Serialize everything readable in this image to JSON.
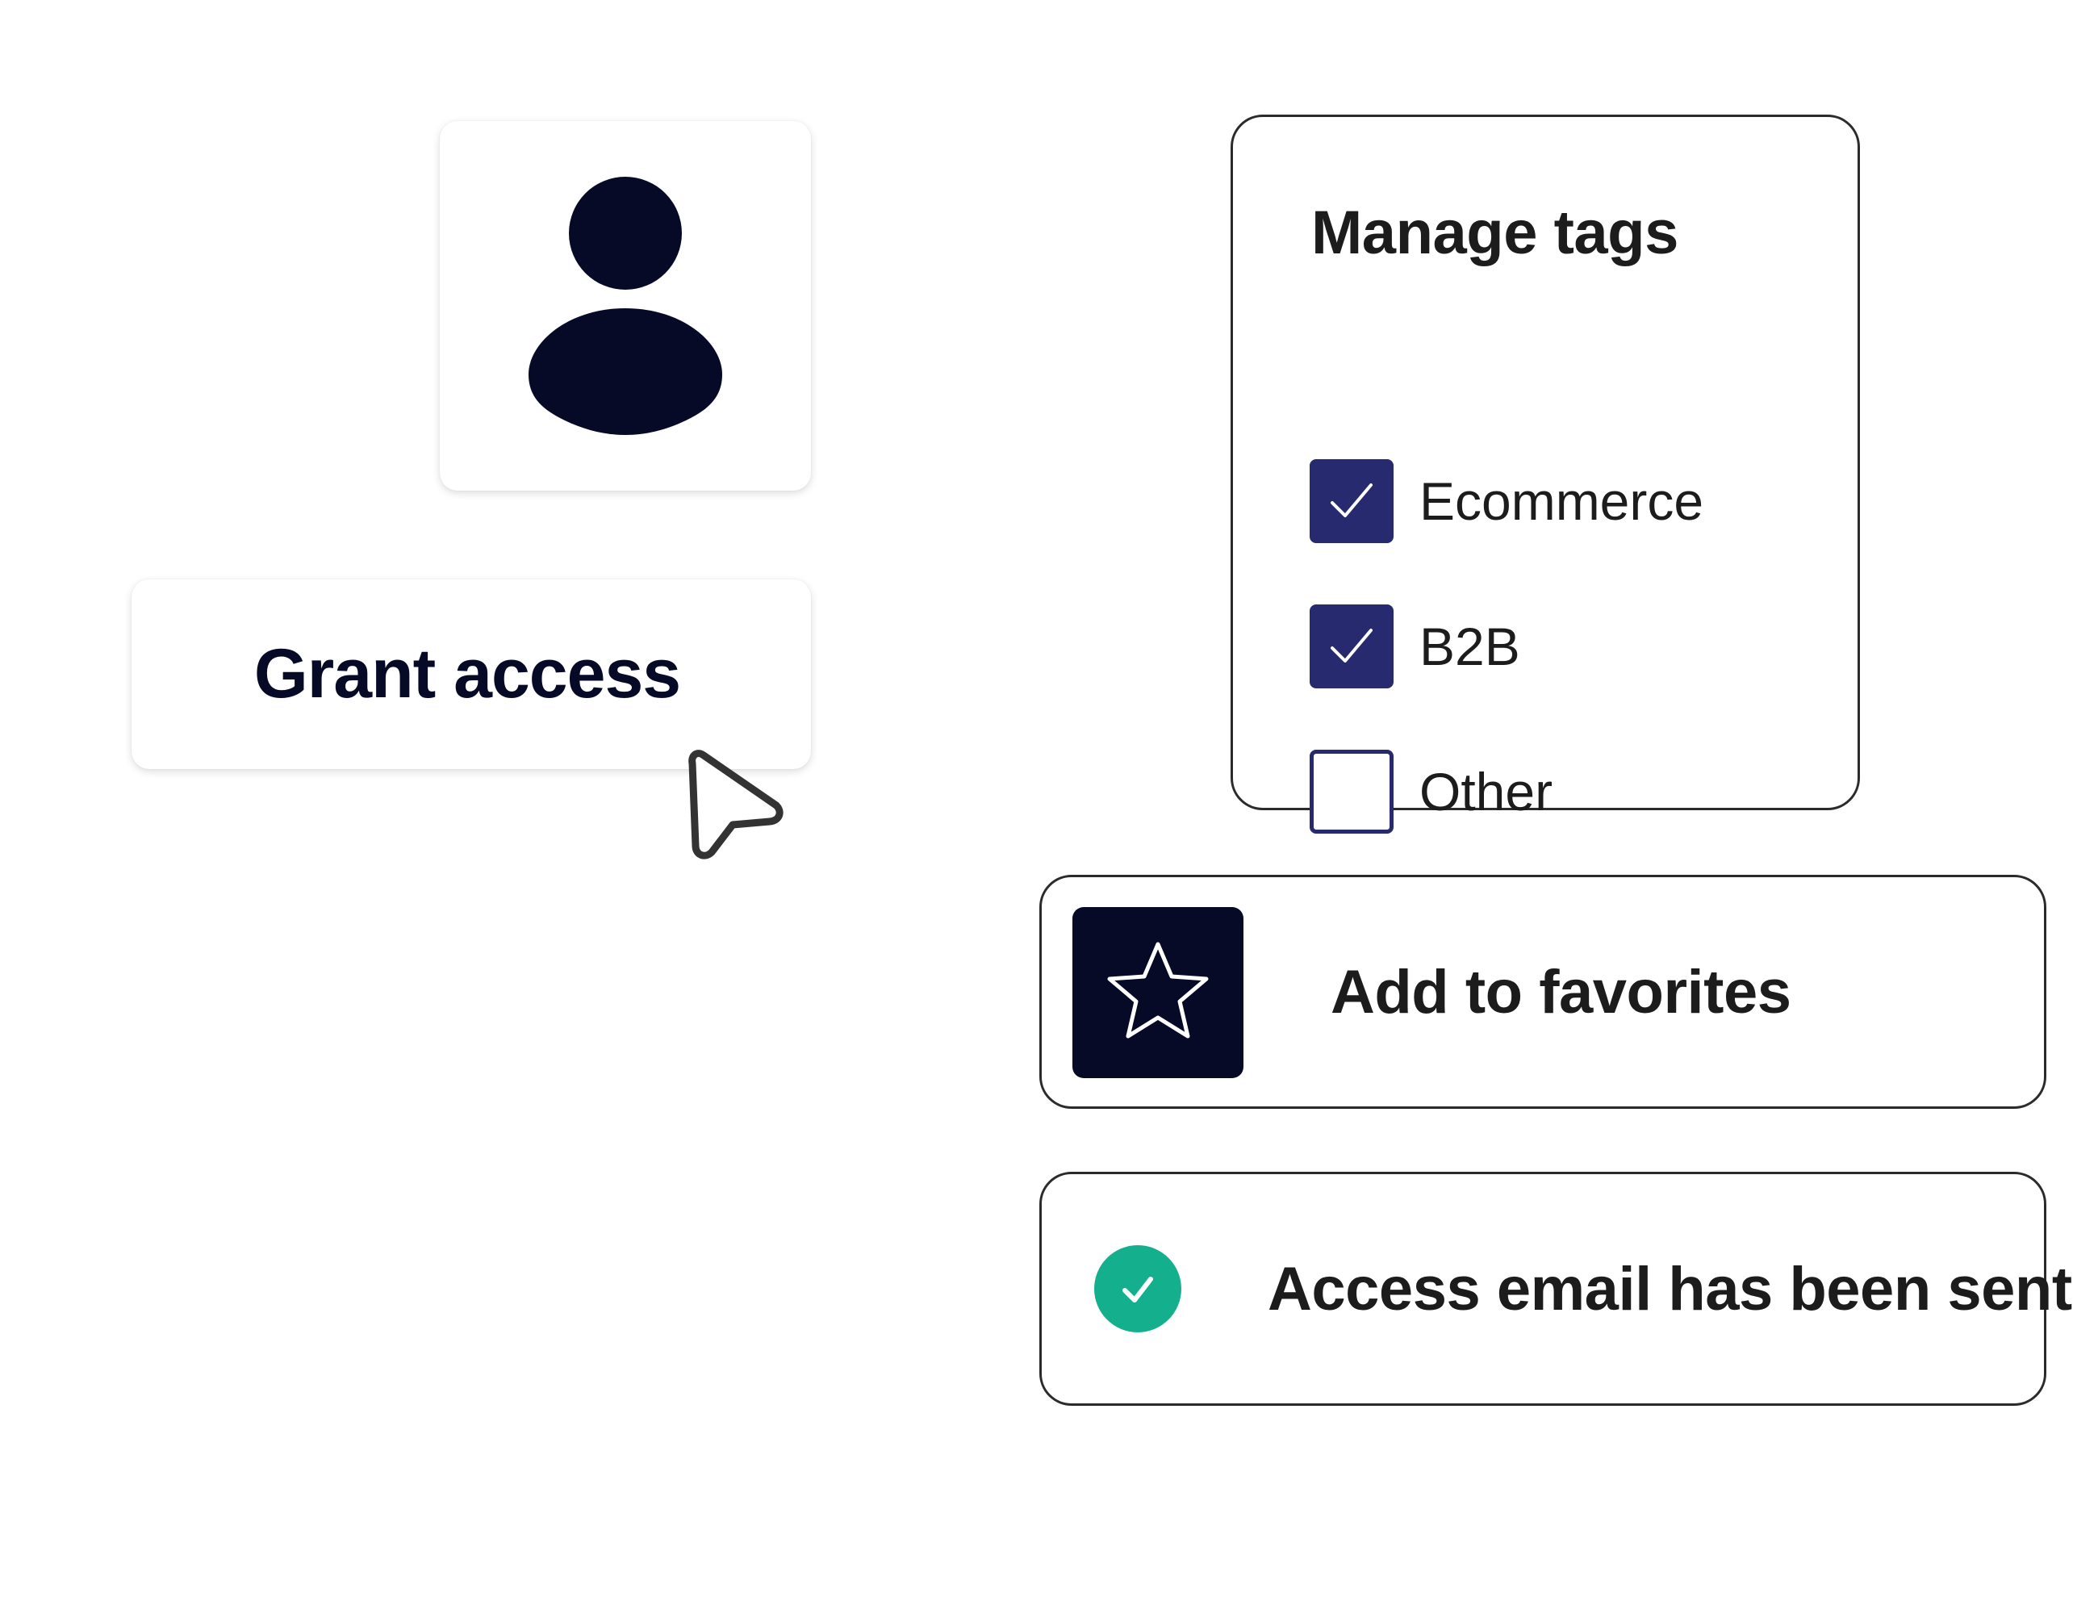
{
  "avatar": {
    "icon": "user-icon"
  },
  "grant_access": {
    "label": "Grant access"
  },
  "cursor": {
    "icon": "pointer-cursor-icon"
  },
  "manage_tags": {
    "title": "Manage tags",
    "options": [
      {
        "label": "Ecommerce",
        "checked": true
      },
      {
        "label": "B2B",
        "checked": true
      },
      {
        "label": "Other",
        "checked": false
      }
    ]
  },
  "favorites": {
    "label": "Add to favorites",
    "icon": "star-icon"
  },
  "notification": {
    "message": "Access email has been sent",
    "icon": "check-circle-icon"
  },
  "colors": {
    "navy": "#060a27",
    "checkbox_fill": "#272a6e",
    "success": "#14b08e",
    "border": "#2b2b2b"
  }
}
